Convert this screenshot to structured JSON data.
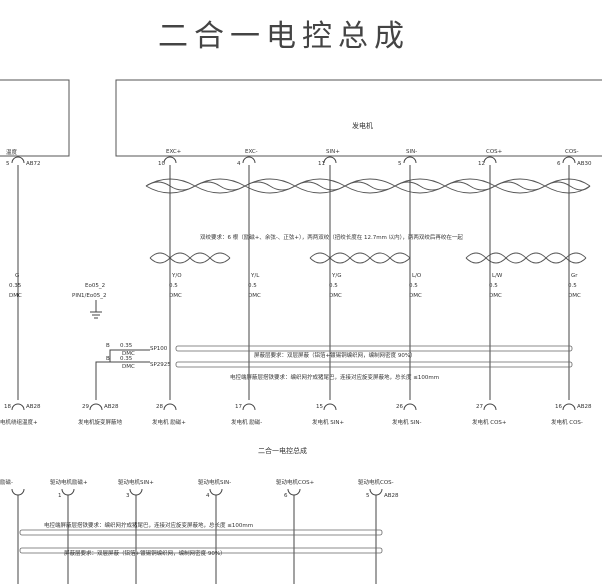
{
  "title": "二合一电控总成",
  "generator_box": {
    "label": "发电机"
  },
  "left_box": {
    "label": "温度"
  },
  "left_connector": {
    "pin": "5",
    "code": "AB72"
  },
  "generator_pins": [
    {
      "pin": "10",
      "signal": "EXC+"
    },
    {
      "pin": "4",
      "signal": "EXC-"
    },
    {
      "pin": "11",
      "signal": "SIN+"
    },
    {
      "pin": "5",
      "signal": "SIN-"
    },
    {
      "pin": "12",
      "signal": "COS+"
    },
    {
      "pin": "6",
      "signal": "COS-",
      "code": "AB30"
    }
  ],
  "twist_note": "双绞要求：6 根（励磁+、余弦-、正弦+），两两双绞（扭绞长度在 12.7mm 以内），两两双绞后再绞在一起",
  "left_wire": {
    "color": "G",
    "size": "0.35",
    "type": "DMC"
  },
  "splice": {
    "name": "Eo05_2",
    "pin": "PIN1/Eo05_2"
  },
  "generator_wires": [
    {
      "color": "Y/O",
      "size": "0.5",
      "type": "DMC"
    },
    {
      "color": "Y/L",
      "size": "0.5",
      "type": "DMC"
    },
    {
      "color": "Y/G",
      "size": "0.5",
      "type": "DMC"
    },
    {
      "color": "L/O",
      "size": "0.5",
      "type": "DMC"
    },
    {
      "color": "L/W",
      "size": "0.5",
      "type": "DMC"
    },
    {
      "color": "Gr",
      "size": "0.5",
      "type": "DMC"
    }
  ],
  "branch_wires": [
    {
      "color": "B",
      "size": "0.35",
      "type": "DMC",
      "splice": "SP100"
    },
    {
      "color": "B",
      "size": "0.35",
      "type": "DMC",
      "splice": "SP2925"
    }
  ],
  "shield_note": "屏蔽层要求：双层屏蔽（铝箔+镀锡铜编织网，编制网密度 90%）",
  "shield_end_note": "电控端屏蔽层搭铁要求：编织网拧成猪尾巴，连接对应旋变屏蔽地，总长度 ≤100mm",
  "bottom_pins": [
    {
      "pin": "18",
      "code": "AB28",
      "label": "电机绕组温度+"
    },
    {
      "pin": "29",
      "code": "AB28",
      "label": "发电机旋变屏蔽地"
    },
    {
      "pin": "28",
      "label": "发电机 励磁+"
    },
    {
      "pin": "17",
      "label": "发电机 励磁-"
    },
    {
      "pin": "15",
      "label": "发电机 SIN+"
    },
    {
      "pin": "26",
      "label": "发电机 SIN-"
    },
    {
      "pin": "27",
      "label": "发电机 COS+"
    },
    {
      "pin": "16",
      "code": "AB28",
      "label": "发电机 COS-"
    }
  ],
  "subtitle": "二合一电控总成",
  "lower_pins": [
    {
      "pin": "",
      "label": "励磁-"
    },
    {
      "pin": "1",
      "label": "驱动电机励磁+"
    },
    {
      "pin": "3",
      "label": "驱动电机SIN+"
    },
    {
      "pin": "4",
      "label": "驱动电机SIN-"
    },
    {
      "pin": "6",
      "label": "驱动电机COS+"
    },
    {
      "pin": "5",
      "code": "AB28",
      "label": "驱动电机COS-"
    }
  ],
  "lower_shield_end_note": "电控端屏蔽层搭铁要求：编织网拧成猪尾巴，连接对应旋变屏蔽地，总长度 ≤100mm",
  "lower_shield_note": "屏蔽层要求：双层屏蔽（铝箔+镀锡铜编织网，编制网密度 90%）"
}
